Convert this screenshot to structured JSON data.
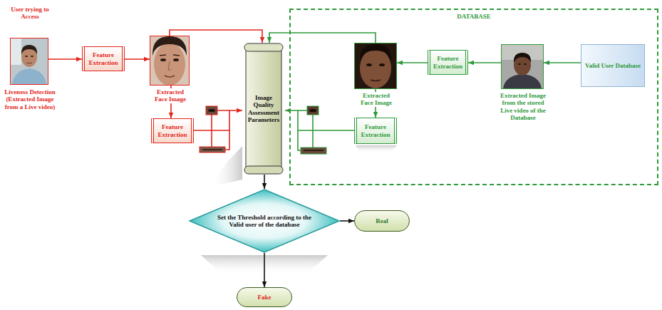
{
  "diagram": {
    "nodes": [
      {
        "text": [
          "User trying to Access",
          "Liveness Detection (Extracted Image from a Live video)"
        ]
      },
      {
        "text": [
          "Feature Extraction"
        ]
      },
      {
        "text": [
          "Extracted Face Image"
        ]
      },
      {
        "text": [
          "Feature Extraction"
        ]
      },
      {
        "text": [
          "Image Quality Assessment Parameters"
        ]
      },
      {
        "text": [
          "DATABASE"
        ]
      },
      {
        "text": [
          "Extracted Face Image"
        ],
        "in": 5
      },
      {
        "text": [
          "Feature Extraction"
        ],
        "in": 5
      },
      {
        "text": [
          "Extracted Image from the stored Live video of the Database"
        ],
        "in": 5
      },
      {
        "text": [
          "Valid User Database"
        ],
        "in": 5
      },
      {
        "text": [
          "Feature Extraction"
        ],
        "in": 5
      },
      {
        "text": [
          "Set the Threshold according to the Valid user of the database"
        ]
      },
      {
        "text": [
          "Real"
        ]
      },
      {
        "text": [
          "Fake"
        ]
      }
    ],
    "edges": [
      {
        "from": 0,
        "to": 1,
        "arrow": "to"
      },
      {
        "from": 1,
        "to": 2,
        "arrow": "to"
      },
      {
        "from": 2,
        "to": 4,
        "arrow": "to"
      },
      {
        "from": 2,
        "to": 3,
        "arrow": "to"
      },
      {
        "from": 3,
        "to": 4,
        "arrow": "to"
      },
      {
        "from": 9,
        "to": 8,
        "arrow": "to"
      },
      {
        "from": 8,
        "to": 7,
        "arrow": "to"
      },
      {
        "from": 7,
        "to": 6,
        "arrow": "to"
      },
      {
        "from": 6,
        "to": 4,
        "arrow": "to"
      },
      {
        "from": 6,
        "to": 10,
        "arrow": "to"
      },
      {
        "from": 10,
        "to": 4,
        "arrow": "to"
      },
      {
        "from": 4,
        "to": 11,
        "arrow": "to"
      },
      {
        "from": 11,
        "to": 12,
        "arrow": "to"
      },
      {
        "from": 11,
        "to": 13,
        "arrow": "to"
      }
    ]
  }
}
